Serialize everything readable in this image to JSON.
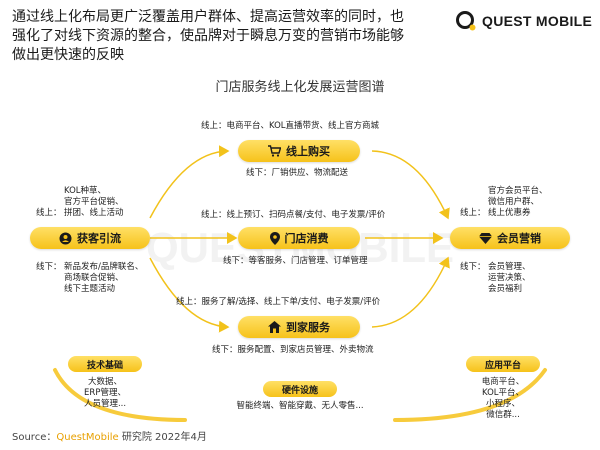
{
  "headline": [
    "通过线上化布局更广泛覆盖用户群体、提高运营效率的同时，也",
    "强化了对线下资源的整合，使品牌对于瞬息万变的营销市场能够",
    "做出更快速的反映"
  ],
  "logo": {
    "text": "QUEST MOBILE"
  },
  "watermark": "QUESTMOBILE",
  "diagram_title": "门店服务线上化发展运营图谱",
  "nodes": {
    "acquire": "获客引流",
    "online_buy": "线上购买",
    "store": "门店消费",
    "home": "到家服务",
    "member": "会员营销"
  },
  "labels": {
    "buy_online": "线上：电商平台、KOL直播带货、线上官方商城",
    "buy_offline": "线下：厂销供应、物流配送",
    "store_online": "线上：线上预订、扫码点餐/支付、电子发票/评价",
    "store_offline": "线下：等客服务、门店管理、订单管理",
    "home_online": "线上：服务了解/选择、线上下单/支付、电子发票/评价",
    "home_offline": "线下：服务配置、到家店员管理、外卖物流"
  },
  "left": {
    "top_lines": [
      "KOL种草、",
      "官方平台促销、",
      "拼团、线上活动"
    ],
    "online_tag": "线上：",
    "offline_tag": "线下：",
    "bottom_lines": [
      "新品发布/品牌联名、",
      "商场联合促销、",
      "线下主题活动"
    ]
  },
  "right": {
    "top_lines": [
      "官方会员平台、",
      "微信用户群、",
      "线上优惠券"
    ],
    "online_tag": "线上：",
    "offline_tag": "线下：",
    "bottom_lines": [
      "会员管理、",
      "运营决策、",
      "会员福利"
    ]
  },
  "bottom": {
    "tech": {
      "title": "技术基础",
      "lines": [
        "大数据、",
        "ERP管理、",
        "人员管理..."
      ]
    },
    "hardware": {
      "title": "硬件设施",
      "lines": [
        "智能终端、智能穿戴、无人零售..."
      ]
    },
    "app": {
      "title": "应用平台",
      "lines": [
        "电商平台、",
        "KOL平台、",
        "小程序、",
        "微信群..."
      ]
    }
  },
  "source": {
    "prefix": "Source：",
    "brand": "QuestMobile",
    "suffix": " 研究院 2022年4月"
  },
  "colors": {
    "accent": "#f6c21a",
    "arrow": "#f2c21b",
    "brand_text": "#e8a000"
  }
}
